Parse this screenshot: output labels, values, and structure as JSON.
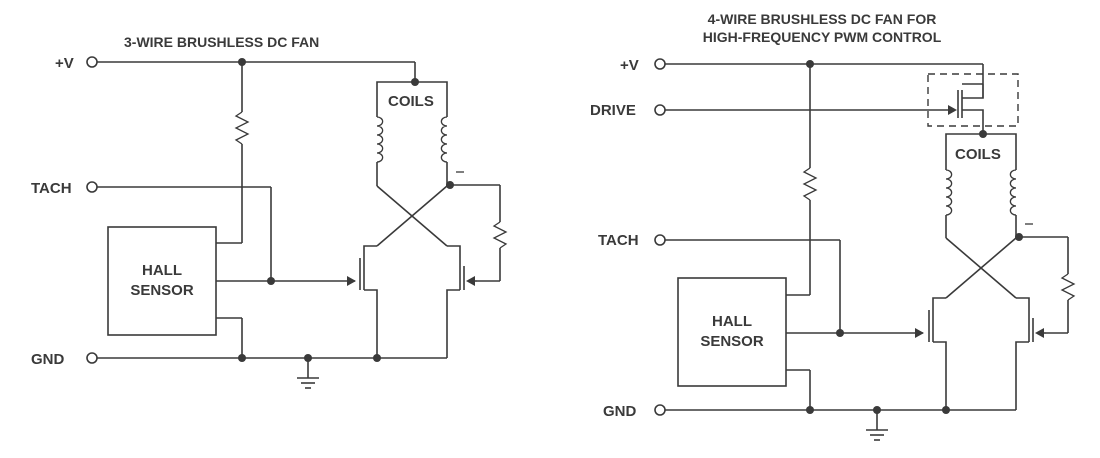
{
  "left": {
    "title": "3-WIRE BRUSHLESS DC FAN",
    "supply": "+V",
    "tach": "TACH",
    "ground": "GND",
    "coils": "COILS",
    "sensor_line1": "HALL",
    "sensor_line2": "SENSOR"
  },
  "right": {
    "title_line1": "4-WIRE BRUSHLESS DC FAN FOR",
    "title_line2": "HIGH-FREQUENCY PWM CONTROL",
    "supply": "+V",
    "drive": "DRIVE",
    "tach": "TACH",
    "ground": "GND",
    "coils": "COILS",
    "sensor_line1": "HALL",
    "sensor_line2": "SENSOR"
  },
  "colors": {
    "ink": "#3a3a3a",
    "background": "#ffffff"
  }
}
